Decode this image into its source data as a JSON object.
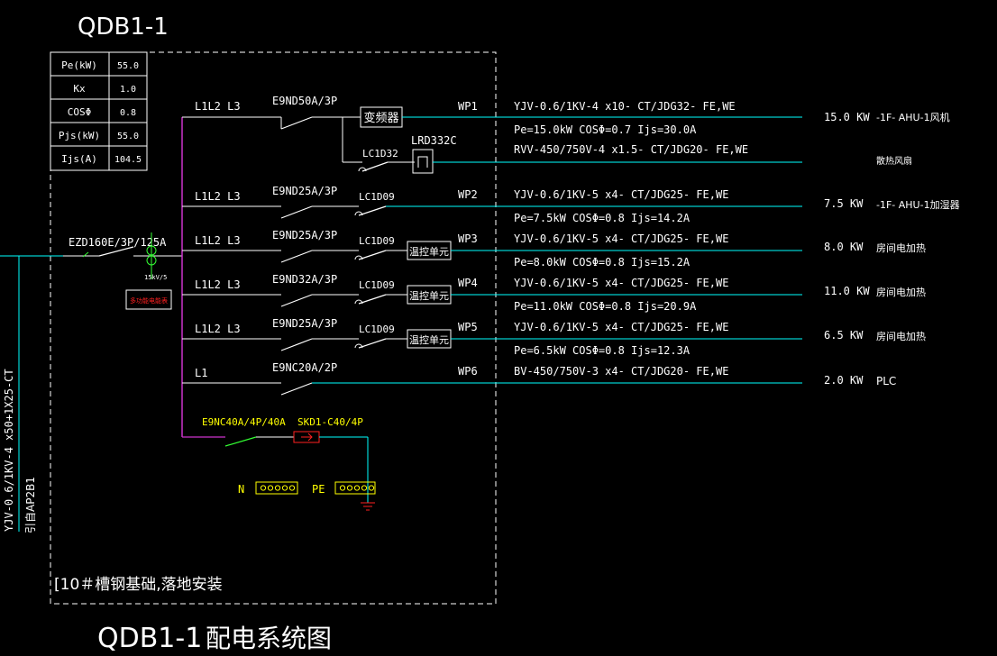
{
  "title_top": "QDB1-1",
  "title_bottom": "QDB1-1",
  "title_bottom_suffix": "配电系统图",
  "note": "[10＃槽钢基础,落地安装",
  "params": [
    {
      "label": "Pe(kW)",
      "value": "55.0",
      "value_color": "#ffffff"
    },
    {
      "label": "Kx",
      "value": "1.0",
      "value_color": "#ffffff"
    },
    {
      "label": "COSΦ",
      "value": "0.8",
      "value_color": "#33ff33"
    },
    {
      "label": "Pjs(kW)",
      "value": "55.0",
      "value_color": "#33ff33"
    },
    {
      "label": "Ijs(A)",
      "value": "104.5",
      "value_color": "#33ff33"
    }
  ],
  "incoming": {
    "breaker": "EZD160E/3P/125A",
    "spd_small": "15kV/5",
    "red_box_label": "多功能电能表",
    "cable_vertical": "YJV-0.6/1KV-4 x50+1X25-CT",
    "source_vertical": "引自AP2B1"
  },
  "circuits": [
    {
      "id": "c1",
      "phase": "L1L2 L3",
      "breaker": "E9ND50A/3P",
      "device": "变频器",
      "wp": "WP1",
      "cable": "YJV-0.6/1KV-4 x10- CT/JDG32- FE,WE",
      "calc": "Pe=15.0kW COSΦ=0.7 Ijs=30.0A",
      "power": "15.0 KW",
      "load": "-1F- AHU-1风机"
    },
    {
      "id": "c2",
      "contactor": "LC1D32",
      "relay": "LRD332C",
      "cable": "RVV-450/750V-4 x1.5- CT/JDG20- FE,WE",
      "load": "散热风扇"
    },
    {
      "id": "c3",
      "phase": "L1L2 L3",
      "breaker": "E9ND25A/3P",
      "contactor": "LC1D09",
      "wp": "WP2",
      "cable": "YJV-0.6/1KV-5 x4- CT/JDG25- FE,WE",
      "calc": "Pe=7.5kW COSΦ=0.8 Ijs=14.2A",
      "power": "7.5 KW",
      "load": "-1F- AHU-1加湿器"
    },
    {
      "id": "c4",
      "phase": "L1L2 L3",
      "breaker": "E9ND25A/3P",
      "contactor": "LC1D09",
      "device": "温控单元",
      "wp": "WP3",
      "cable": "YJV-0.6/1KV-5 x4- CT/JDG25- FE,WE",
      "calc": "Pe=8.0kW COSΦ=0.8 Ijs=15.2A",
      "power": "8.0 KW",
      "load": "房间电加热"
    },
    {
      "id": "c5",
      "phase": "L1L2 L3",
      "breaker": "E9ND32A/3P",
      "contactor": "LC1D09",
      "device": "温控单元",
      "wp": "WP4",
      "cable": "YJV-0.6/1KV-5 x4- CT/JDG25- FE,WE",
      "calc": "Pe=11.0kW COSΦ=0.8 Ijs=20.9A",
      "power": "11.0 KW",
      "load": "房间电加热"
    },
    {
      "id": "c6",
      "phase": "L1L2 L3",
      "breaker": "E9ND25A/3P",
      "contactor": "LC1D09",
      "device": "温控单元",
      "wp": "WP5",
      "cable": "YJV-0.6/1KV-5 x4- CT/JDG25- FE,WE",
      "calc": "Pe=6.5kW COSΦ=0.8 Ijs=12.3A",
      "power": "6.5 KW",
      "load": "房间电加热"
    },
    {
      "id": "c7",
      "phase": "L1",
      "breaker": "E9NC20A/2P",
      "wp": "WP6",
      "cable": "BV-450/750V-3 x4- CT/JDG20- FE,WE",
      "power": "2.0 KW",
      "load": "PLC"
    }
  ],
  "surge": {
    "breaker": "E9NC40A/4P/40A",
    "spd": "SKD1-C40/4P"
  },
  "bars": {
    "n": "N",
    "pe": "PE"
  },
  "colors": {
    "background": "#000000",
    "line": "#ffffff",
    "bus": "#cc33cc",
    "feeder": "#00ffff",
    "breaker": "#33ff33",
    "label": "#ffff00",
    "alert": "#ff2020"
  }
}
